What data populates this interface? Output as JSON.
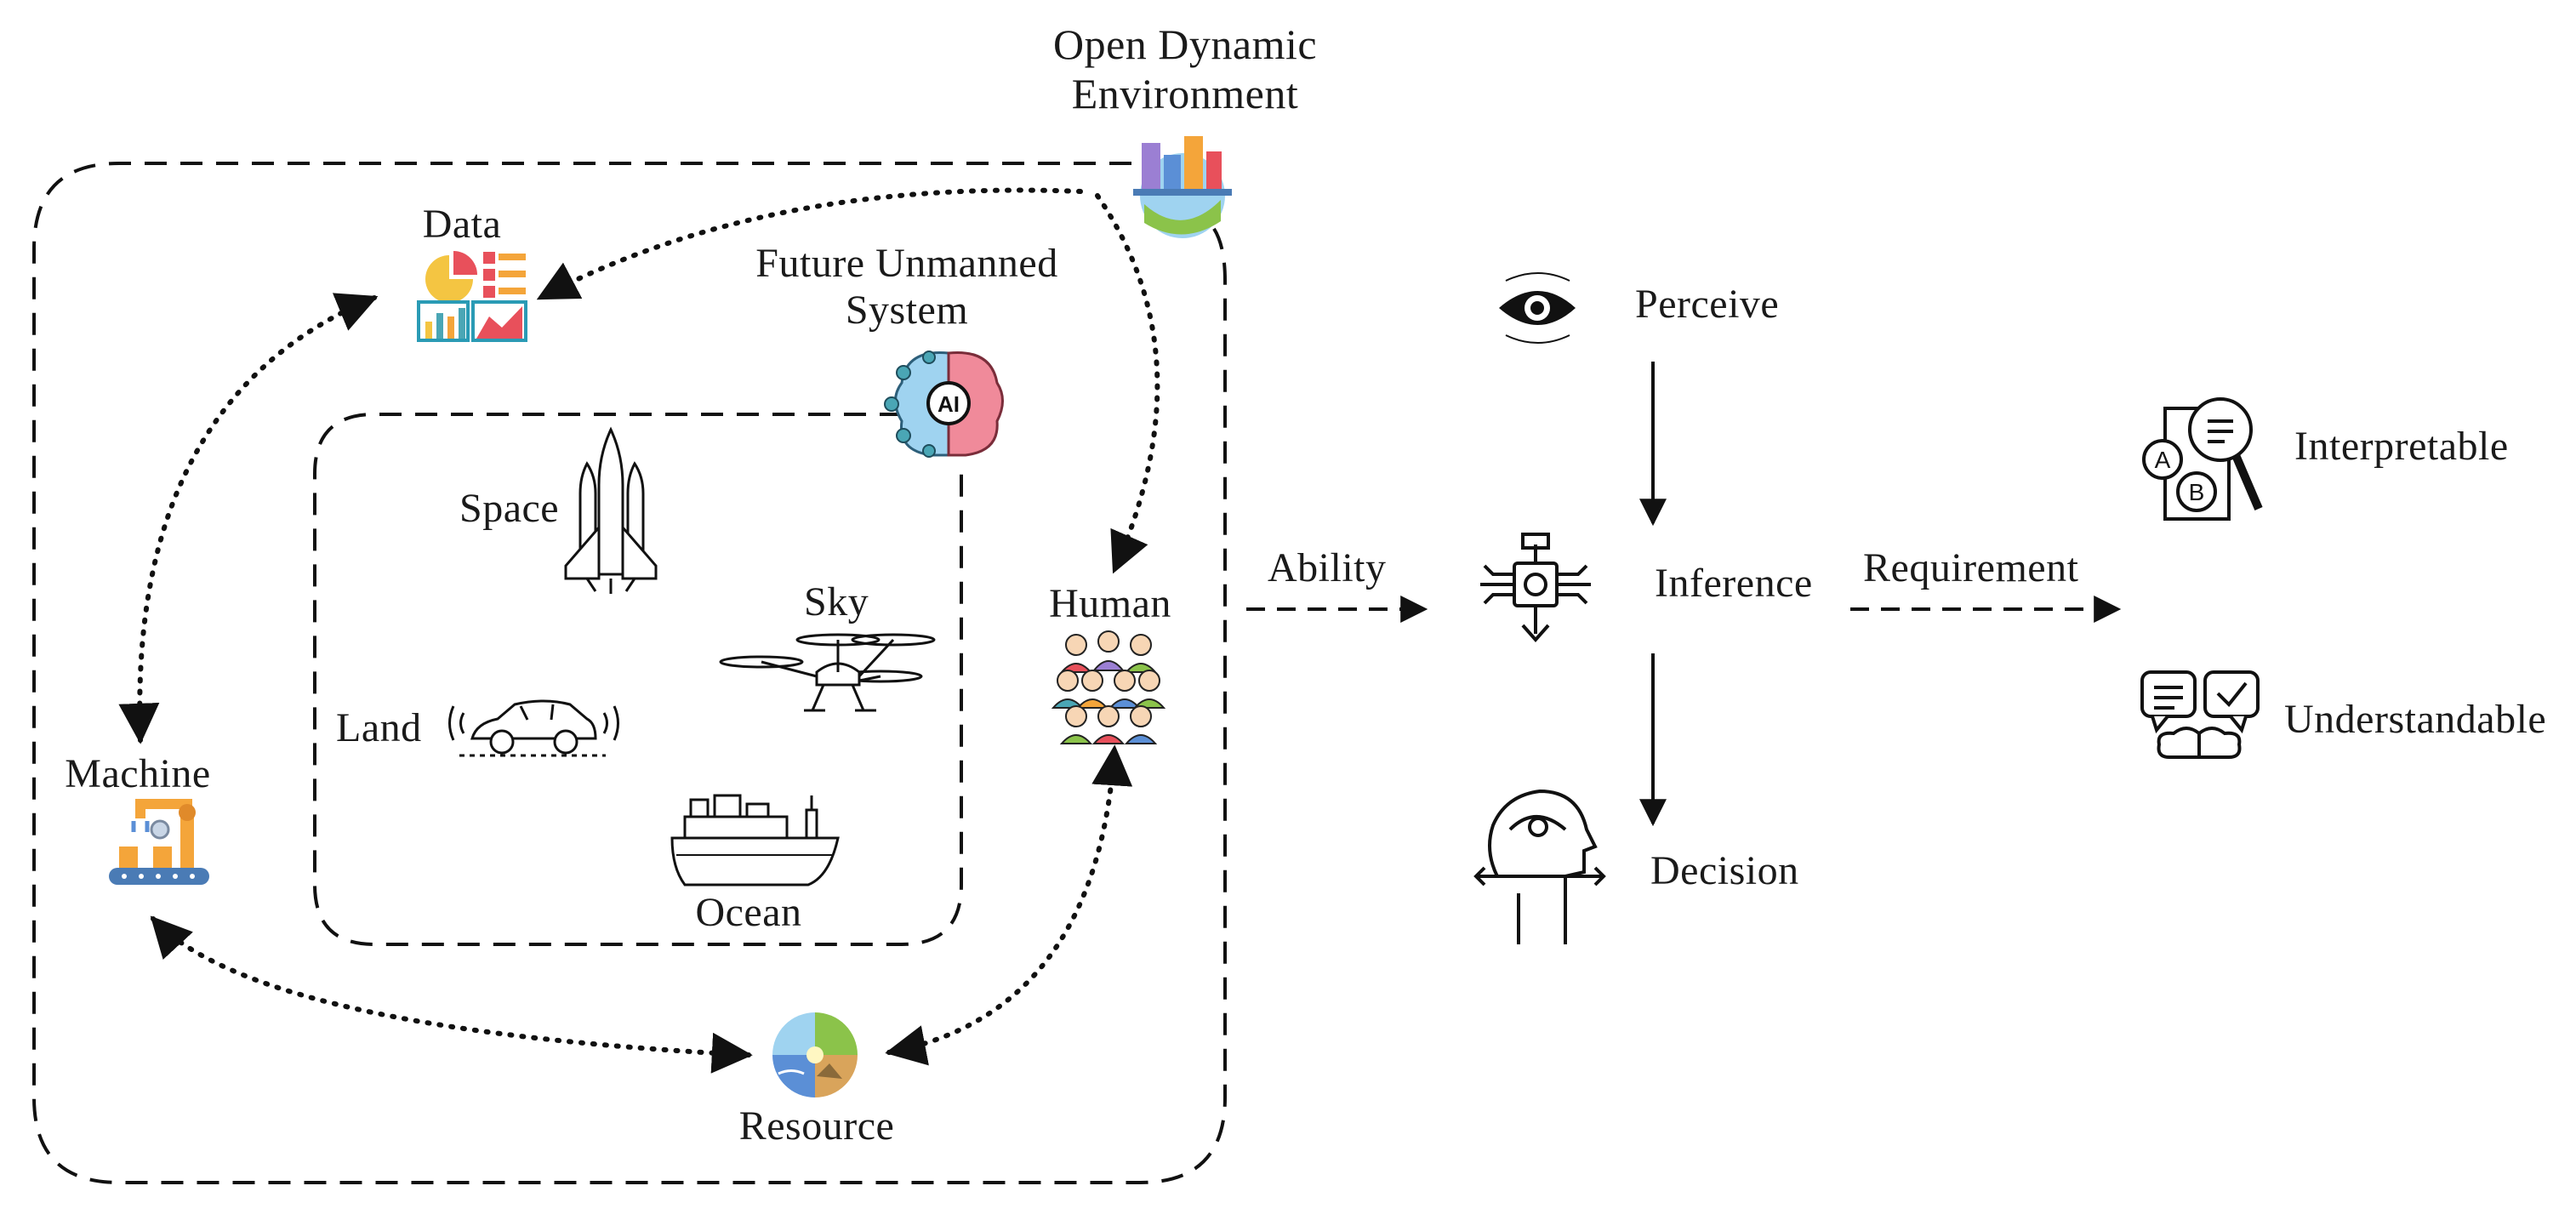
{
  "labels": {
    "open_dynamic_environment": [
      "Open Dynamic",
      "Environment"
    ],
    "data": "Data",
    "future_unmanned_system": [
      "Future Unmanned",
      "System"
    ],
    "space": "Space",
    "sky": "Sky",
    "land": "Land",
    "ocean": "Ocean",
    "human": "Human",
    "machine": "Machine",
    "resource": "Resource",
    "ability": "Ability",
    "perceive": "Perceive",
    "inference": "Inference",
    "decision": "Decision",
    "requirement": "Requirement",
    "interpretable": "Interpretable",
    "understandable": "Understandable",
    "ai_badge": "AI",
    "option_a": "A",
    "option_b": "B"
  },
  "icons": {
    "environment": "city-globe-icon",
    "data": "chart-dashboard-icon",
    "ai_brain": "ai-brain-icon",
    "space": "space-shuttle-icon",
    "sky": "drone-icon",
    "land": "car-icon",
    "ocean": "ship-icon",
    "human": "people-group-icon",
    "machine": "robot-arm-icon",
    "resource": "resource-globe-icon",
    "perceive": "eye-icon",
    "inference": "chip-icon",
    "decision": "head-gear-icon",
    "interpretable": "document-magnifier-icon",
    "understandable": "speech-brain-icon"
  },
  "colors": {
    "ink": "#1a1a1a",
    "orange": "#f4a53a",
    "red": "#e8505b",
    "teal": "#4aa6b5",
    "blue": "#5b8fd6",
    "light_blue": "#9fd3f0",
    "pink": "#f08a9a",
    "green": "#8bc34a",
    "purple": "#9b7fd3",
    "sand": "#d9a45b"
  }
}
